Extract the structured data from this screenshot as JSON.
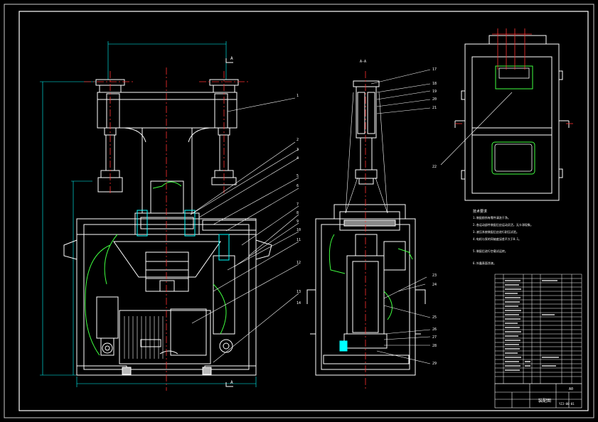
{
  "drawing": {
    "section_mark": "A",
    "section_label": "A-A",
    "title_cell": "装配图",
    "drawing_number": "YZJ-00-01",
    "sheet_code": "A0"
  },
  "front_callouts": [
    "1",
    "2",
    "3",
    "4",
    "5",
    "6",
    "7",
    "8",
    "9",
    "10",
    "11",
    "12",
    "13",
    "14"
  ],
  "side_callouts": [
    "17",
    "18",
    "19",
    "20",
    "21",
    "23",
    "24",
    "25",
    "26",
    "27",
    "28",
    "29"
  ],
  "right_callout": "22",
  "tech_requirements": {
    "title": "技术要求",
    "lines": [
      "1.装配前所有零件清洗干净。",
      "2.各运动部件装配后应运动灵活，无卡滞现象。",
      "3.液压系统装配后应进行耐压试验。",
      "4.电机与泵的同轴度误差不大于0.1。",
      "5.装配后进行空载试运转。",
      "6.外露表面涂漆。"
    ]
  },
  "colors": {
    "background": "#000000",
    "outline": "#ffffff",
    "centerline": "#ff3030",
    "leader": "#ffffff",
    "hydraulic_line": "#40ff40",
    "part_face": "#00ffff",
    "dimension": "#00ffff"
  }
}
